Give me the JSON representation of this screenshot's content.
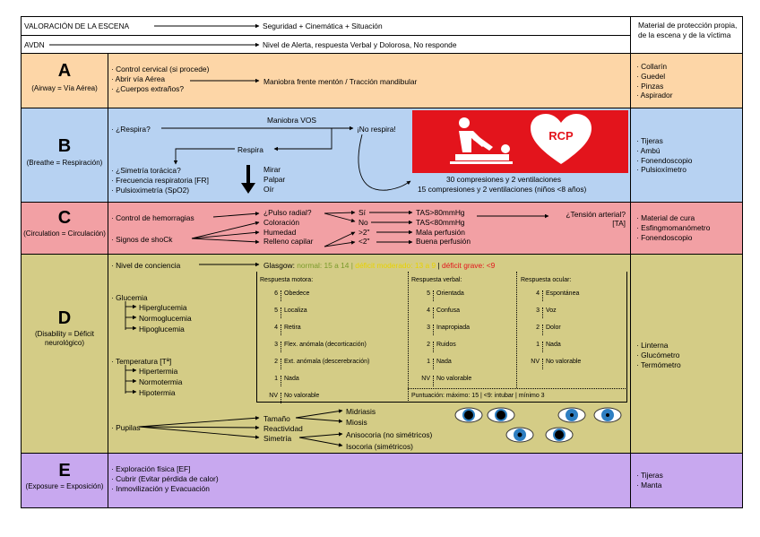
{
  "header": {
    "row1_label": "VALORACIÓN DE LA ESCENA",
    "row1_value": "Seguridad + Cinemática + Situación",
    "row2_label": "AVDN",
    "row2_value": "Nivel de Alerta, respuesta Verbal y Dolorosa, No responde",
    "right_text": "Material de protección propia, de la escena y de la víctima"
  },
  "sections": {
    "A": {
      "letter": "A",
      "sub": "(Airway = Vía Aérea)",
      "items": [
        "· Control cervical (si procede)",
        "· Abrir vía Aérea",
        "· ¿Cuerpos extraños?"
      ],
      "arrow_text": "Maniobra frente mentón / Tracción mandibular",
      "material": [
        "· Collarín",
        "· Guedel",
        "· Pinzas",
        "· Aspirador"
      ]
    },
    "B": {
      "letter": "B",
      "sub": "(Breathe = Respiración)",
      "respira_q": "· ¿Respira?",
      "maniobra": "Maniobra VOS",
      "no_respira": "¡No respira!",
      "respira": "Respira",
      "items": [
        "· ¿Simetría torácica?",
        "· Frecuencia respiratoria [FR]",
        "· Pulsioximetría (SpO2)"
      ],
      "mirar": [
        "Mirar",
        "Palpar",
        "Oír"
      ],
      "rcp_label": "RCP",
      "rcp_text": [
        "30 compresiones y 2 ventilaciones",
        "15 compresiones y 2 ventilaciones (niños <8 años)"
      ],
      "material": [
        "· Tijeras",
        "· Ambú",
        "· Fonendoscopio",
        "· Pulsioxímetro"
      ],
      "rcp_color": "#e3141c"
    },
    "C": {
      "letter": "C",
      "sub": "(Circulation = Circulación)",
      "control": "· Control de hemorragias",
      "signos": "· Signos de shoCk",
      "signs": [
        "¿Pulso radial?",
        "Coloración",
        "Humedad",
        "Relleno capilar"
      ],
      "mid": [
        "Sí",
        "No",
        ">2\"",
        "<2\""
      ],
      "results": [
        "TAS>80mmHg",
        "TAS<80mmHg",
        "Mala perfusión",
        "Buena perfusión"
      ],
      "tension": "¿Tensión arterial? [TA]",
      "material": [
        "· Material de cura",
        "· Esfingmomanómetro",
        "· Fonendoscopio"
      ]
    },
    "D": {
      "letter": "D",
      "sub": "(Disability = Déficit neurológico)",
      "nivel": "· Nivel de conciencia",
      "glasgow_label": "Glasgow:",
      "glasgow_normal": "normal: 15 a 14 |",
      "glasgow_moderate": "déficit moderado: 13 a 9",
      "glasgow_sep": "|",
      "glasgow_severe": "déficit grave: <9",
      "glucemia": "· Glucemia",
      "glucemia_items": [
        "Hiperglucemia",
        "Normoglucemia",
        "Hipoglucemia"
      ],
      "temp": "· Temperatura [Tª]",
      "temp_items": [
        "Hipertermia",
        "Normotermia",
        "Hipotermia"
      ],
      "pupilas": "· Pupilas",
      "pup_mid": [
        "Tamaño",
        "Reactividad",
        "Simetría"
      ],
      "pup_right": [
        "Midriasis",
        "Miosis",
        "Anisocoria (no simétricos)",
        "Isocoria (simétricos)"
      ],
      "motora_title": "Respuesta motora:",
      "motora": [
        [
          "6",
          "Obedece"
        ],
        [
          "5",
          "Localiza"
        ],
        [
          "4",
          "Retira"
        ],
        [
          "3",
          "Flex. anómala (decorticación)"
        ],
        [
          "2",
          "Ext. anómala (descerebración)"
        ],
        [
          "1",
          "Nada"
        ],
        [
          "NV",
          "No valorable"
        ]
      ],
      "verbal_title": "Respuesta verbal:",
      "verbal": [
        [
          "5",
          "Orientada"
        ],
        [
          "4",
          "Confusa"
        ],
        [
          "3",
          "Inapropiada"
        ],
        [
          "2",
          "Ruidos"
        ],
        [
          "1",
          "Nada"
        ],
        [
          "NV",
          "No valorable"
        ]
      ],
      "ocular_title": "Respuesta ocular:",
      "ocular": [
        [
          "4",
          "Espontánea"
        ],
        [
          "3",
          "Voz"
        ],
        [
          "2",
          "Dolor"
        ],
        [
          "1",
          "Nada"
        ],
        [
          "NV",
          "No valorable"
        ]
      ],
      "puntuacion": "Puntuación: máximo: 15 | <9: intubar | mínimo 3",
      "material": [
        "· Linterna",
        "· Glucómetro",
        "· Termómetro"
      ]
    },
    "E": {
      "letter": "E",
      "sub": "(Exposure = Exposición)",
      "items": [
        "· Exploración física [EF]",
        "· Cubrir (Evitar pérdida de calor)",
        "· Inmovilización y Evacuación"
      ],
      "material": [
        "· Tijeras",
        "· Manta"
      ]
    }
  },
  "colors": {
    "A": "#fdd6a7",
    "B": "#b7d2f2",
    "C": "#f2a0a4",
    "D": "#d4cc86",
    "E": "#c8a8ef",
    "glasgow_normal": "#7a9a2a",
    "glasgow_moderate": "#e8d200",
    "glasgow_severe": "#e3141c"
  }
}
